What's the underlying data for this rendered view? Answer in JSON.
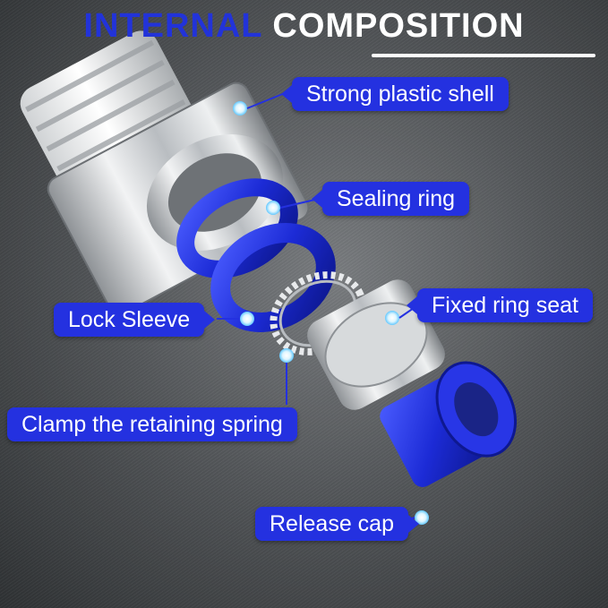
{
  "title": {
    "word1": "INTERNAL",
    "word2": "COMPOSITION"
  },
  "labels": {
    "shell": "Strong plastic shell",
    "sealing_ring": "Sealing ring",
    "fixed_ring_seat": "Fixed ring seat",
    "lock_sleeve": "Lock Sleeve",
    "retaining_spring": "Clamp the retaining spring",
    "release_cap": "Release cap"
  },
  "colors": {
    "accent_blue": "#2431e0",
    "title_blue": "#2233d9",
    "white": "#ffffff"
  },
  "icons": [
    "marker-dot-icon"
  ]
}
